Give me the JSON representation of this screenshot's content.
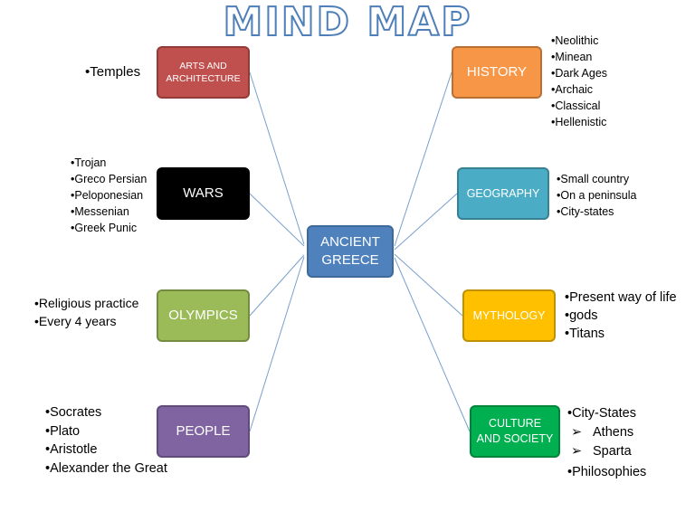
{
  "title": "MIND MAP",
  "center": {
    "label_line1": "ANCIENT",
    "label_line2": "GREECE",
    "color": "#4f81bd"
  },
  "nodes": {
    "arts": {
      "line1": "ARTS AND",
      "line2": "ARCHITECTURE",
      "color": "#c0504d",
      "items": [
        "•Temples"
      ]
    },
    "wars": {
      "label": "WARS",
      "color": "#000000",
      "items": [
        "•Trojan",
        "•Greco Persian",
        "•Peloponesian",
        "•Messenian",
        "•Greek Punic"
      ]
    },
    "olympics": {
      "label": "OLYMPICS",
      "color": "#9bbb59",
      "items": [
        "•Religious practice",
        "•Every 4 years"
      ]
    },
    "people": {
      "label": "PEOPLE",
      "color": "#8064a2",
      "items": [
        "•Socrates",
        "•Plato",
        "•Aristotle",
        "•Alexander the Great"
      ]
    },
    "history": {
      "label": "HISTORY",
      "color": "#f79646",
      "items": [
        "•Neolithic",
        "•Minean",
        "•Dark Ages",
        "•Archaic",
        "•Classical",
        "•Hellenistic"
      ]
    },
    "geography": {
      "label": "GEOGRAPHY",
      "color": "#4bacc6",
      "items": [
        "•Small country",
        "•On a peninsula",
        "•City-states"
      ]
    },
    "mythology": {
      "label": "MYTHOLOGY",
      "color": "#ffc000",
      "items": [
        "•Present way of life",
        "•gods",
        "•Titans"
      ]
    },
    "culture": {
      "line1": "CULTURE",
      "line2": "AND SOCIETY",
      "color": "#00b050",
      "item_top": "•City-States",
      "sub_items": [
        "Athens",
        "Sparta"
      ],
      "arrow_glyph": "➢",
      "item_bottom": "•Philosophies"
    }
  }
}
